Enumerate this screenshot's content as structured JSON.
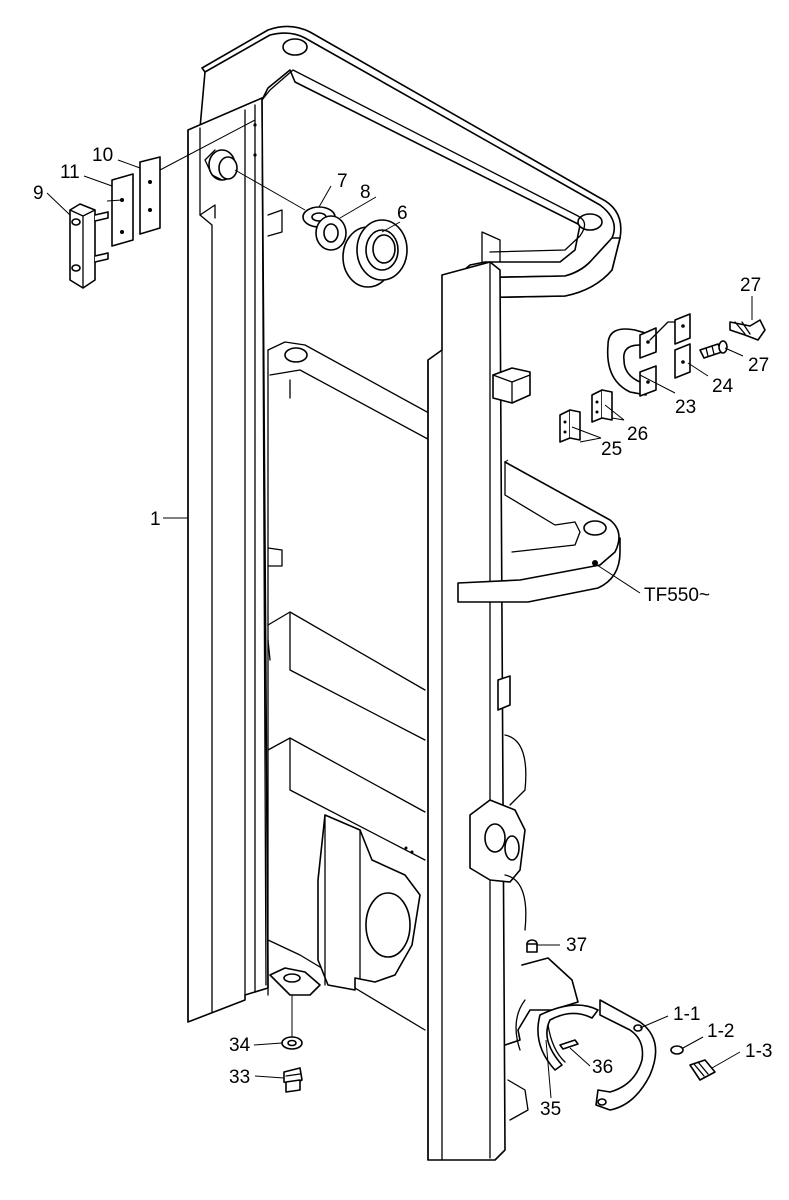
{
  "callouts": [
    {
      "id": "c1",
      "text": "1"
    },
    {
      "id": "c6",
      "text": "6"
    },
    {
      "id": "c7",
      "text": "7"
    },
    {
      "id": "c8",
      "text": "8"
    },
    {
      "id": "c9",
      "text": "9"
    },
    {
      "id": "c10",
      "text": "10"
    },
    {
      "id": "c11",
      "text": "11"
    },
    {
      "id": "c23",
      "text": "23"
    },
    {
      "id": "c24",
      "text": "24"
    },
    {
      "id": "c25",
      "text": "25"
    },
    {
      "id": "c26",
      "text": "26"
    },
    {
      "id": "c27a",
      "text": "27"
    },
    {
      "id": "c27b",
      "text": "27"
    },
    {
      "id": "ctf",
      "text": "TF550~"
    },
    {
      "id": "c37",
      "text": "37"
    },
    {
      "id": "c11b",
      "text": "1-1"
    },
    {
      "id": "c12",
      "text": "1-2"
    },
    {
      "id": "c13",
      "text": "1-3"
    },
    {
      "id": "c34",
      "text": "34"
    },
    {
      "id": "c33",
      "text": "33"
    },
    {
      "id": "c35",
      "text": "35"
    },
    {
      "id": "c36",
      "text": "36"
    }
  ],
  "colors": {
    "line": "#000000",
    "background": "#ffffff"
  }
}
